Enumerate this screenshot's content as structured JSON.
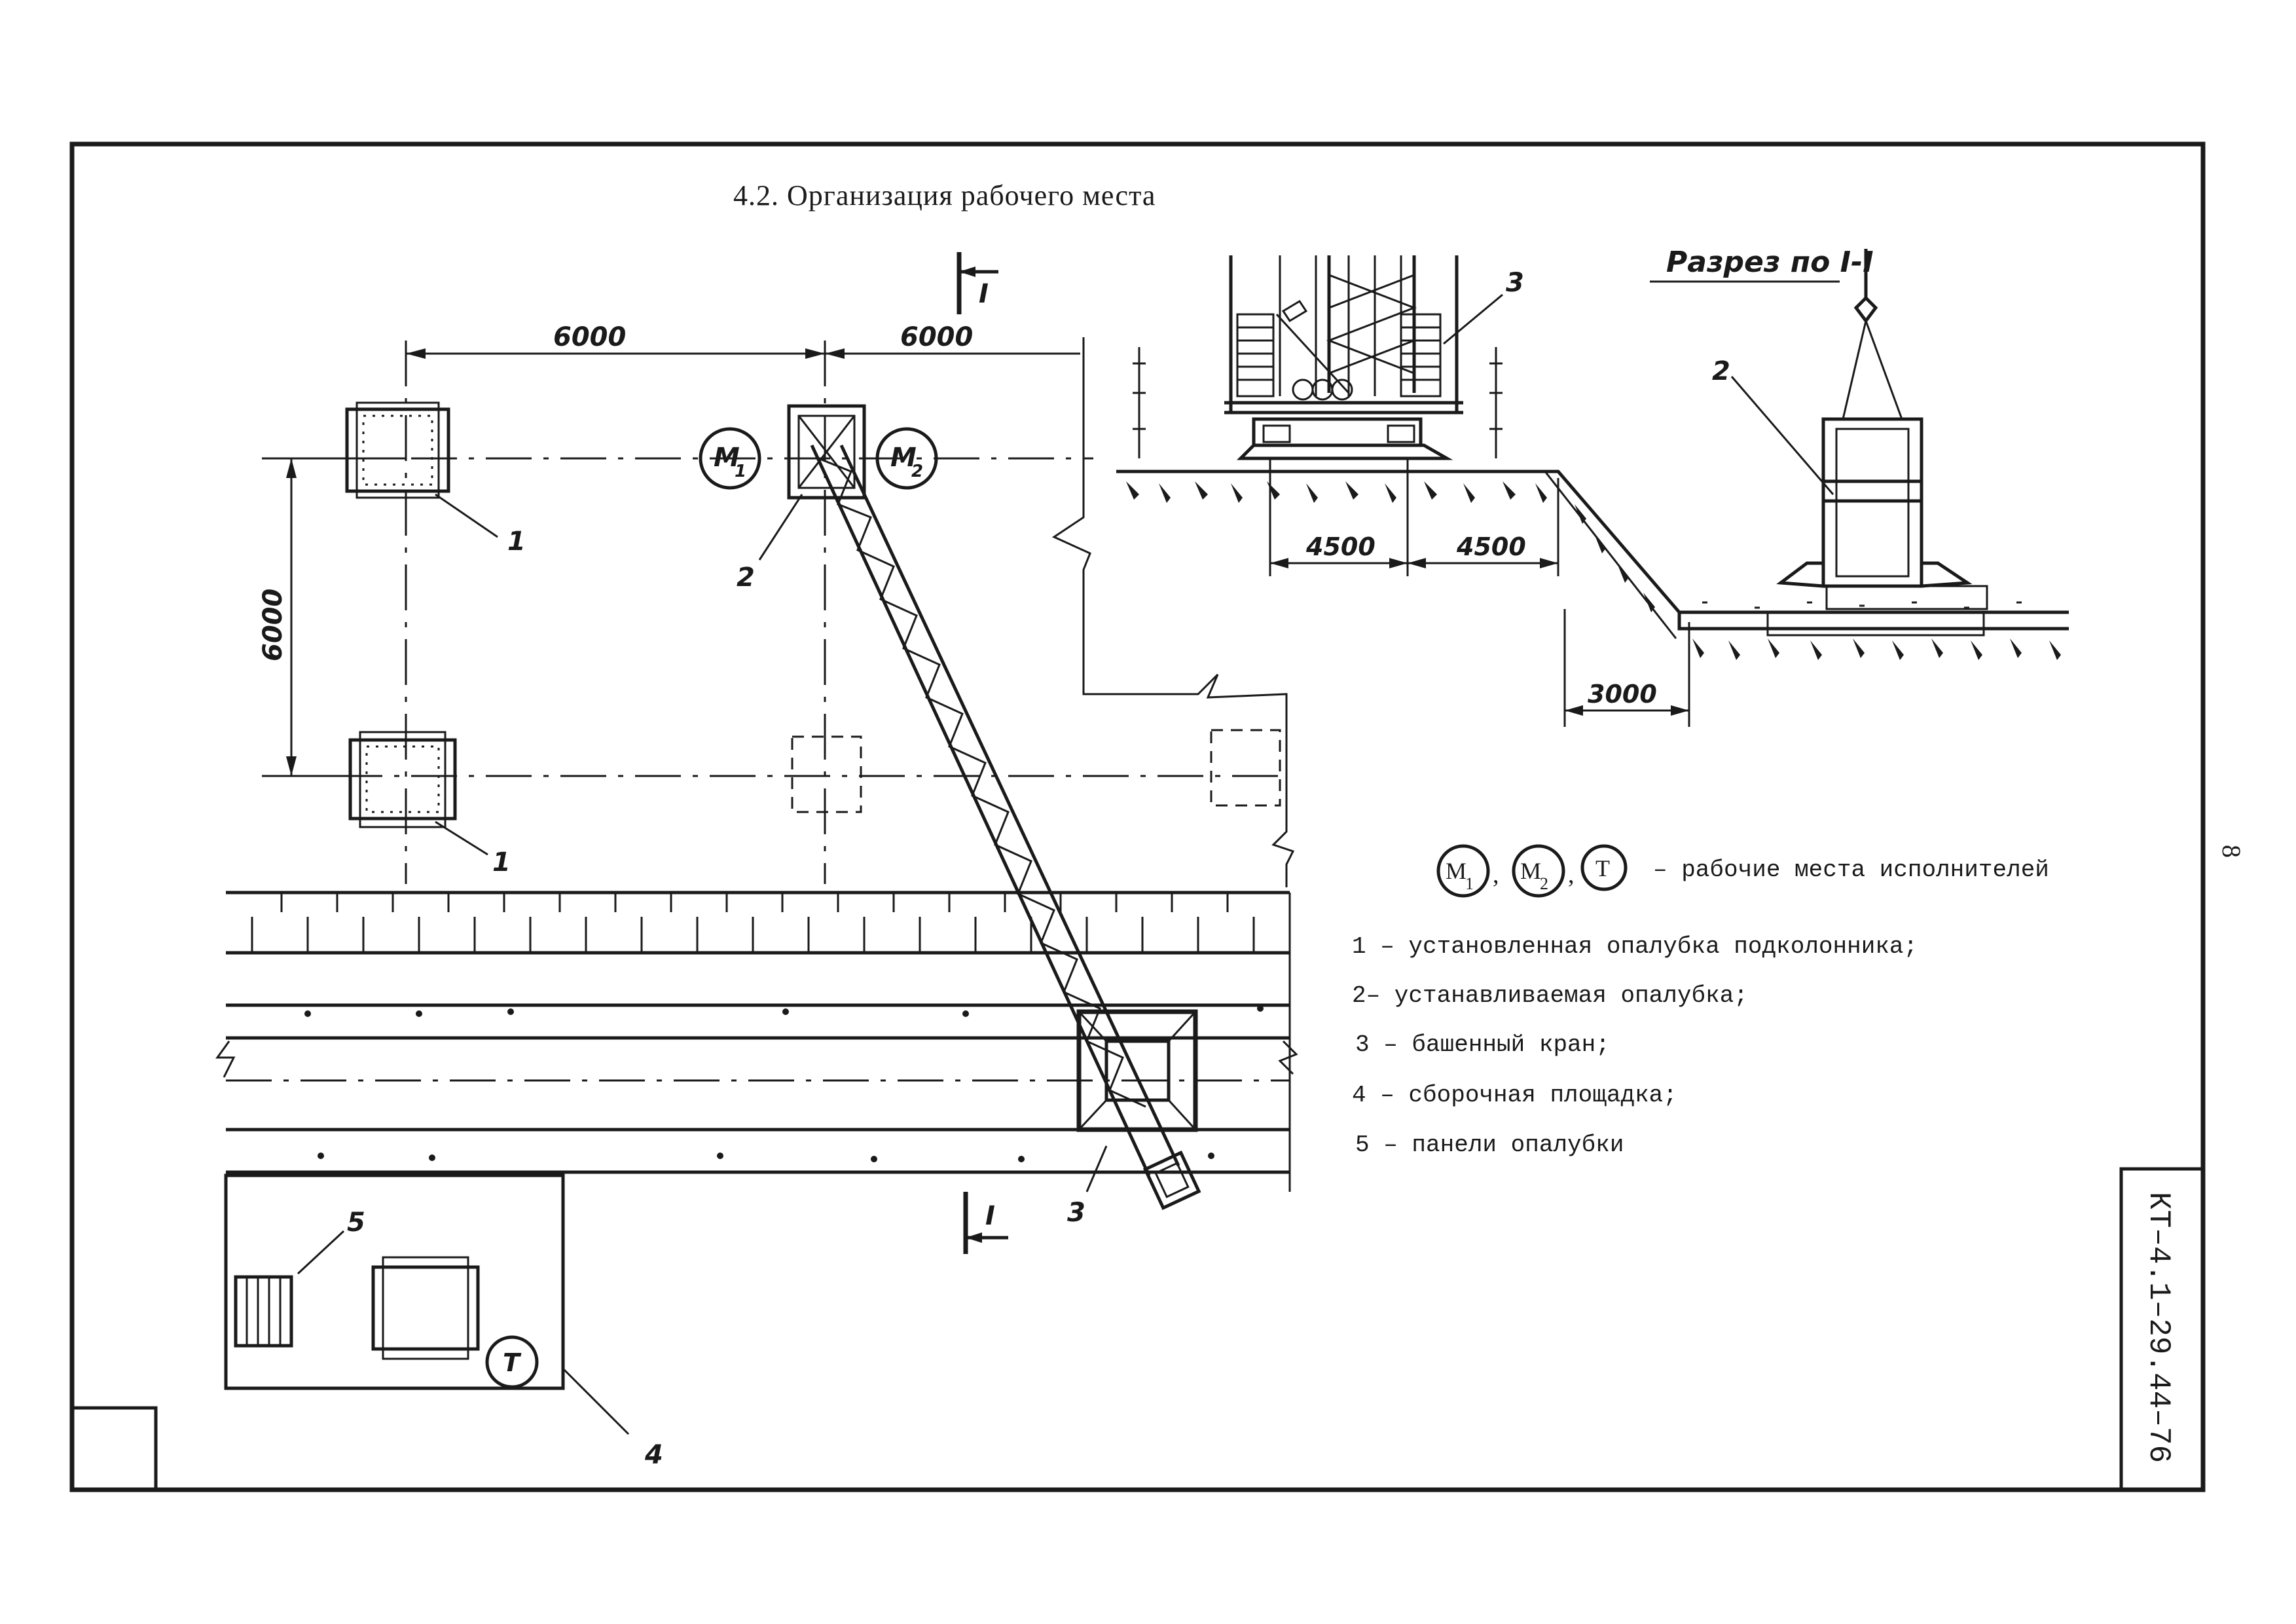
{
  "title": "4.2. Организация рабочего места",
  "section_title": "Разрез по I-I",
  "section_marks": [
    "I",
    "I"
  ],
  "dimensions": {
    "top_left": "6000",
    "top_right": "6000",
    "left_vertical": "6000",
    "section_left": "4500",
    "section_right": "4500",
    "section_bottom": "3000"
  },
  "workplaces": {
    "m1": {
      "letter": "M",
      "sub": "1"
    },
    "m2": {
      "letter": "M",
      "sub": "2"
    },
    "t": "T"
  },
  "callouts": {
    "c1a": "1",
    "c1b": "1",
    "c2": "2",
    "c3": "3",
    "c3_section": "3",
    "c4": "4",
    "c5": "5",
    "c2_section": "2"
  },
  "legend": {
    "workplaces_line": {
      "m1": {
        "letter": "M",
        "sub": "1"
      },
      "m2": {
        "letter": "M",
        "sub": "2"
      },
      "t": "T",
      "sep1": ",",
      "sep2": ",",
      "text": "–  рабочие места  исполнителей"
    },
    "items": [
      "1 – установленная опалубка подколонника;",
      "2– устанавливаемая опалубка;",
      "3  – башенный кран;",
      "4 – сборочная площадка;",
      "5  – панели опалубки"
    ]
  },
  "page_number": "8",
  "doc_code": "КТ–4.1–29.44–76"
}
